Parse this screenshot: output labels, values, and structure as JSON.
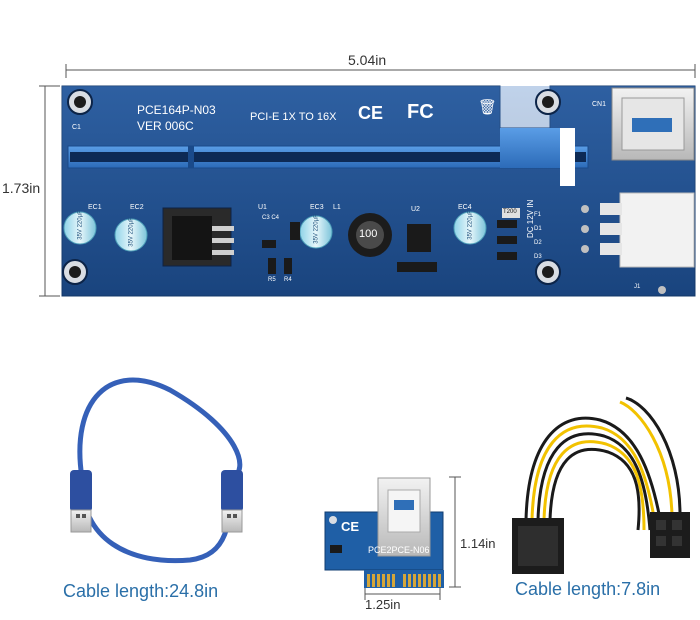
{
  "riser_board": {
    "width_label": "5.04in",
    "height_label": "1.73in",
    "model": "PCE164P-N03",
    "version": "VER 006C",
    "interface": "PCI-E 1X TO 16X",
    "ce_mark": "CE",
    "fc_mark": "FC",
    "power_label": "DC 12V IN",
    "inductor_value": "100",
    "silkscreen": {
      "cn1": "CN1",
      "c1": "C1",
      "ec1": "EC1",
      "ec2": "EC2",
      "ec3": "EC3",
      "ec4": "EC4",
      "u1": "U1",
      "u2": "U2",
      "c3c4": "C3 C4",
      "l1": "L1",
      "r5": "R5",
      "r4": "R4",
      "f1": "F1",
      "d1": "D1",
      "d2": "D2",
      "d3": "D3",
      "j1": "J1",
      "fuse": "T200"
    },
    "capacitor_text": "35V 220µF"
  },
  "usb_cable": {
    "caption": "Cable length:24.8in"
  },
  "adapter_card": {
    "model": "PCE2PCE-N06",
    "height_label": "1.14in",
    "width_label": "1.25in",
    "ce_mark": "CE"
  },
  "power_cable": {
    "caption": "Cable length:7.8in"
  },
  "colors": {
    "pcb_blue": "#1f4f8f",
    "slot_blue": "#3b7fd0",
    "usb_blue": "#3560b8",
    "caption_blue": "#2a6fa8"
  }
}
